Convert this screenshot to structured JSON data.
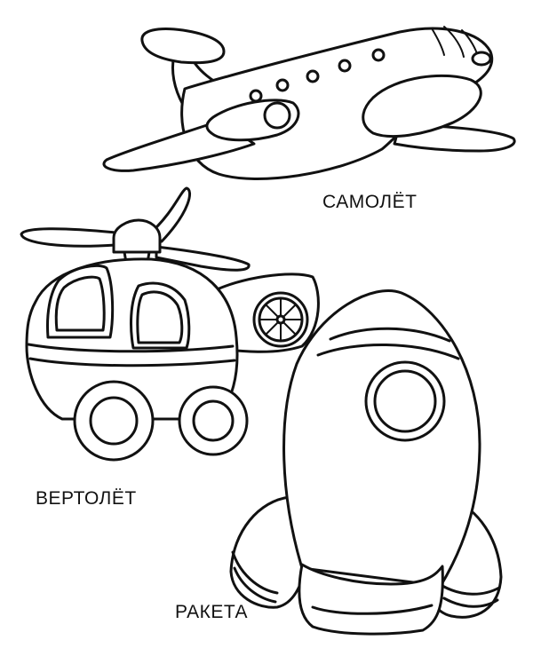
{
  "labels": {
    "airplane": "САМОЛЁТ",
    "helicopter": "ВЕРТОЛЁТ",
    "rocket": "РАКЕТА"
  },
  "colors": {
    "line": "#111111",
    "background": "#ffffff"
  }
}
